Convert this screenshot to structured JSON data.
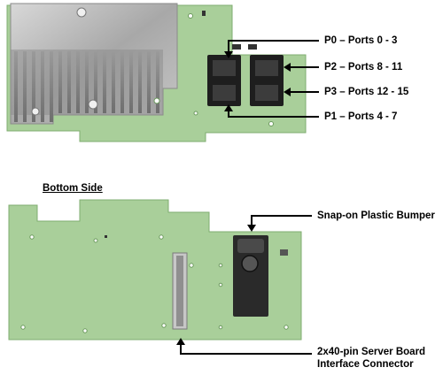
{
  "top_board": {
    "port_labels": {
      "p0": "P0 – Ports 0 - 3",
      "p2": "P2 – Ports 8 - 11",
      "p3": "P3 – Ports 12 - 15",
      "p1": "P1 – Ports 4 - 7"
    }
  },
  "bottom_board": {
    "heading": "Bottom Side",
    "bumper_label": "Snap-on Plastic Bumper",
    "connector_label_line1": "2x40-pin Server Board",
    "connector_label_line2": "Interface Connector"
  },
  "colors": {
    "pcb_green": "#a9cf9a",
    "pcb_edge": "#7fae70",
    "heatsink": "#b8b8b8",
    "connector_black": "#1e1e1e"
  }
}
